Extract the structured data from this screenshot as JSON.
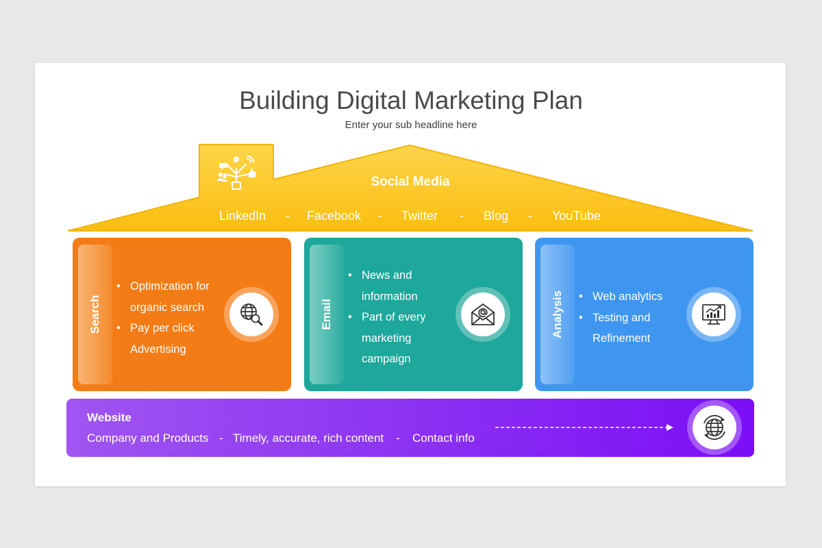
{
  "slide": {
    "title": "Building Digital Marketing Plan",
    "subtitle": "Enter your sub headline here"
  },
  "roof": {
    "title": "Social Media",
    "channels": [
      "LinkedIn",
      "Facebook",
      "Twitter",
      "Blog",
      "YouTube"
    ],
    "separator": "-",
    "color": "#fbbf0f",
    "icon": "social-network-icon"
  },
  "cards": [
    {
      "label": "Search",
      "color": "#f47c16",
      "icon": "globe-search-icon",
      "bullets": [
        "Optimization for organic search",
        "Pay per click Advertising"
      ]
    },
    {
      "label": "Email",
      "color": "#1ea79b",
      "icon": "envelope-at-icon",
      "bullets": [
        "News and information",
        "Part of every marketing campaign"
      ]
    },
    {
      "label": "Analysis",
      "color": "#3e96f0",
      "icon": "monitor-chart-icon",
      "bullets": [
        "Web analytics",
        "Testing and Refinement"
      ]
    }
  ],
  "website": {
    "title": "Website",
    "items": [
      "Company and Products",
      "Timely, accurate, rich content",
      "Contact info"
    ],
    "separator": "-",
    "color": "#8e36f2",
    "icon": "globe-arrows-icon"
  }
}
